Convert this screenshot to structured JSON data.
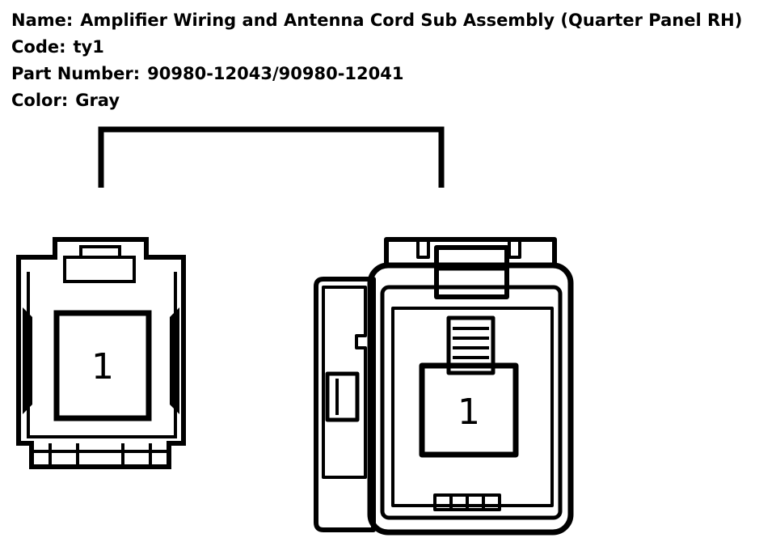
{
  "header": {
    "name_label": "Name:",
    "name_value": "Amplifier Wiring and Antenna Cord Sub Assembly (Quarter Panel RH)",
    "code_label": "Code:",
    "code_value": "ty1",
    "part_label": "Part Number:",
    "part_value": "90980-12043/90980-12041",
    "color_label": "Color:",
    "color_value": "Gray"
  },
  "connectors": {
    "left": {
      "pin_label": "1"
    },
    "right": {
      "pin_label": "1"
    }
  }
}
